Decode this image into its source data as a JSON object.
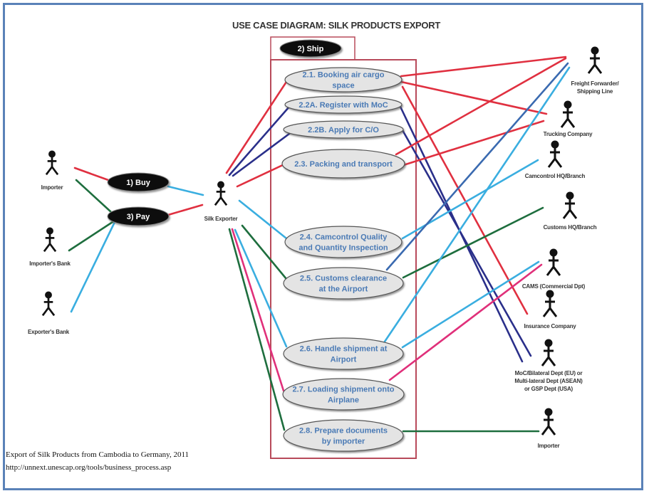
{
  "title": "USE CASE DIAGRAM: SILK PRODUCTS EXPORT",
  "colors": {
    "frame": "#5a82b8",
    "system_boundary": "#b84a5a",
    "red": "#e03040",
    "navy": "#2a2f8a",
    "blue": "#3a6ab0",
    "cyan": "#3aaee0",
    "green": "#1e6e3e",
    "magenta": "#e0307a",
    "usecase_fill": "#e4e4e4",
    "usecase_text": "#4a7ab5"
  },
  "subsystem_label": "2) Ship",
  "top_level_cases": [
    {
      "id": "buy",
      "label": "1) Buy"
    },
    {
      "id": "pay",
      "label": "3) Pay"
    }
  ],
  "use_cases": [
    {
      "id": "uc21",
      "lines": [
        "2.1. Booking air cargo",
        "space"
      ]
    },
    {
      "id": "uc22a",
      "lines": [
        "2.2A. Register with MoC"
      ]
    },
    {
      "id": "uc22b",
      "lines": [
        "2.2B. Apply for C/O"
      ]
    },
    {
      "id": "uc23",
      "lines": [
        "2.3. Packing and transport"
      ]
    },
    {
      "id": "uc24",
      "lines": [
        "2.4. Camcontrol Quality",
        "and Quantity Inspection"
      ]
    },
    {
      "id": "uc25",
      "lines": [
        "2.5. Customs clearance",
        "at the Airport"
      ]
    },
    {
      "id": "uc26",
      "lines": [
        "2.6. Handle shipment at",
        "Airport"
      ]
    },
    {
      "id": "uc27",
      "lines": [
        "2.7. Loading shipment onto",
        "Airplane"
      ]
    },
    {
      "id": "uc28",
      "lines": [
        "2.8. Prepare documents",
        "by importer"
      ]
    }
  ],
  "actors": [
    {
      "id": "importer_left",
      "lines": [
        "Importer"
      ]
    },
    {
      "id": "importers_bank",
      "lines": [
        "Importer's Bank"
      ]
    },
    {
      "id": "exporters_bank",
      "lines": [
        "Exporter's Bank"
      ]
    },
    {
      "id": "silk_exporter",
      "lines": [
        "Silk Exporter"
      ]
    },
    {
      "id": "freight",
      "lines": [
        "Freight Forwarder/",
        "Shipping Line"
      ]
    },
    {
      "id": "trucking",
      "lines": [
        "Trucking Company"
      ]
    },
    {
      "id": "camcontrol",
      "lines": [
        "Camcontrol HQ/Branch"
      ]
    },
    {
      "id": "customs",
      "lines": [
        "Customs HQ/Branch"
      ]
    },
    {
      "id": "cams",
      "lines": [
        "CAMS (Commercial Dpt)"
      ]
    },
    {
      "id": "insurance",
      "lines": [
        "Insurance Company"
      ]
    },
    {
      "id": "moc",
      "lines": [
        "MoC/Bilateral Dept (EU) or",
        "Multi-lateral Dept (ASEAN)",
        "or GSP Dept (USA)"
      ]
    },
    {
      "id": "importer_right",
      "lines": [
        "Importer"
      ]
    }
  ],
  "associations": [
    {
      "from": "importer_left",
      "to": "buy",
      "color": "red"
    },
    {
      "from": "importer_left",
      "to": "pay",
      "color": "green"
    },
    {
      "from": "importers_bank",
      "to": "pay",
      "color": "green"
    },
    {
      "from": "exporters_bank",
      "to": "pay",
      "color": "cyan"
    },
    {
      "from": "buy",
      "to": "silk_exporter",
      "color": "cyan"
    },
    {
      "from": "pay",
      "to": "silk_exporter",
      "color": "red"
    },
    {
      "from": "silk_exporter",
      "to": "uc21",
      "color": "red"
    },
    {
      "from": "silk_exporter",
      "to": "uc22a",
      "color": "navy"
    },
    {
      "from": "silk_exporter",
      "to": "uc22b",
      "color": "navy"
    },
    {
      "from": "silk_exporter",
      "to": "uc23",
      "color": "red"
    },
    {
      "from": "silk_exporter",
      "to": "uc24",
      "color": "cyan"
    },
    {
      "from": "silk_exporter",
      "to": "uc25",
      "color": "green"
    },
    {
      "from": "silk_exporter",
      "to": "uc26",
      "color": "cyan"
    },
    {
      "from": "silk_exporter",
      "to": "uc27",
      "color": "magenta"
    },
    {
      "from": "silk_exporter",
      "to": "uc28",
      "color": "green"
    },
    {
      "from": "uc21",
      "to": "freight",
      "color": "red"
    },
    {
      "from": "uc21",
      "to": "trucking",
      "color": "red"
    },
    {
      "from": "uc21",
      "to": "insurance",
      "color": "red"
    },
    {
      "from": "uc22a",
      "to": "moc",
      "color": "navy"
    },
    {
      "from": "uc22b",
      "to": "moc",
      "color": "navy"
    },
    {
      "from": "uc23",
      "to": "freight",
      "color": "red"
    },
    {
      "from": "uc23",
      "to": "trucking",
      "color": "red"
    },
    {
      "from": "uc24",
      "to": "camcontrol",
      "color": "cyan"
    },
    {
      "from": "uc25",
      "to": "customs",
      "color": "green"
    },
    {
      "from": "uc25",
      "to": "freight",
      "color": "blue"
    },
    {
      "from": "uc26",
      "to": "freight",
      "color": "cyan"
    },
    {
      "from": "uc26",
      "to": "cams",
      "color": "cyan"
    },
    {
      "from": "uc27",
      "to": "cams",
      "color": "magenta"
    },
    {
      "from": "uc28",
      "to": "importer_right",
      "color": "green"
    }
  ],
  "caption": {
    "line1": "Export of Silk Products from Cambodia to Germany, 2011",
    "line2": "http://unnext.unescap.org/tools/business_process.asp"
  }
}
